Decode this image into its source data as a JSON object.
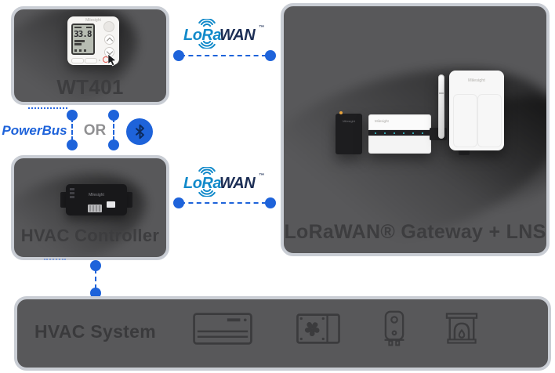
{
  "palette": {
    "box_bg": "#58585a",
    "box_border": "#c9cdd4",
    "accent_blue": "#1e63da",
    "lora_blue": "#128aca",
    "wan_navy": "#1c2e55",
    "or_gray": "#909092",
    "label_dark": "#3d3d3f"
  },
  "boxes": {
    "wt401": {
      "label": "WT401"
    },
    "hvac_controller": {
      "label": "HVAC Controller"
    },
    "gateway": {
      "label": "LoRaWAN® Gateway + LNS"
    },
    "hvac_system": {
      "label": "HVAC System"
    }
  },
  "connectors": {
    "lorawan_top": {
      "lora": "LoRa",
      "wan": "WAN",
      "tm": "™"
    },
    "lorawan_mid": {
      "lora": "LoRa",
      "wan": "WAN",
      "tm": "™"
    },
    "powerbus": {
      "label": "PowerBus"
    },
    "or": {
      "label": "OR"
    },
    "bluetooth": {
      "icon": "bluetooth"
    }
  },
  "devices": {
    "thermostat": {
      "brand": "Milesight",
      "display_temp": "33.8"
    },
    "hvac_controller_unit": {
      "brand": "Milesight"
    },
    "gateway_cluster": {
      "brand": "Milesight"
    }
  },
  "hvac_system": {
    "icons": [
      "air-conditioner",
      "fan-unit",
      "water-heater",
      "fireplace"
    ]
  }
}
